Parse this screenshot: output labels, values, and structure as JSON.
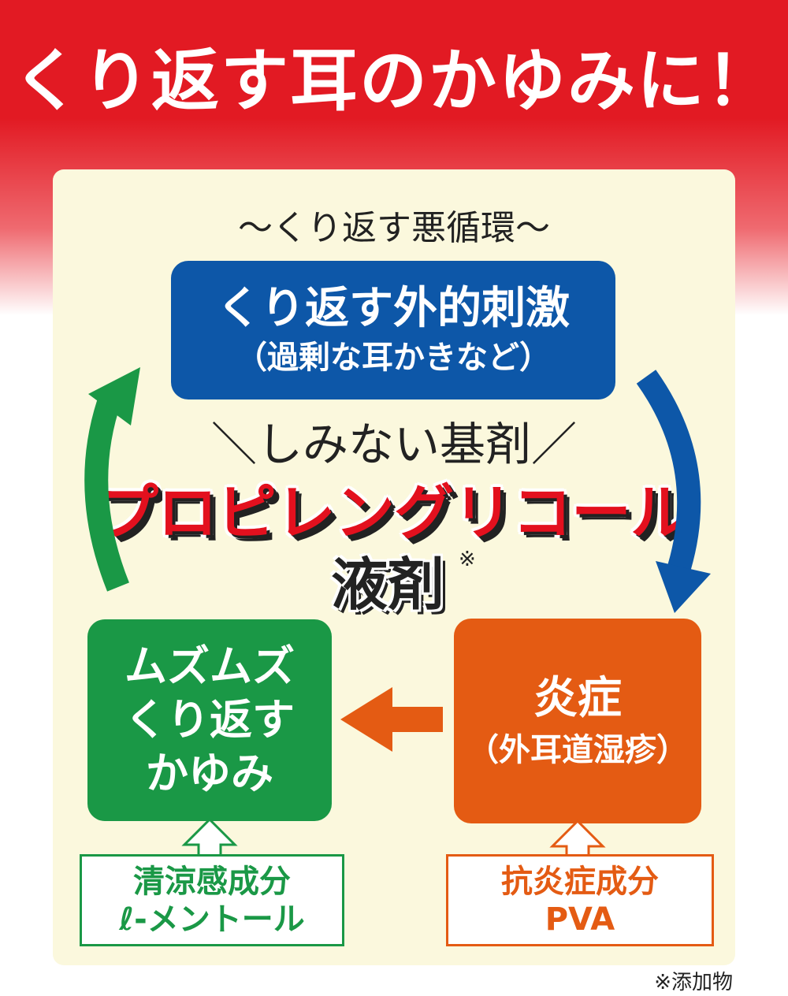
{
  "headline": "くり返す耳のかゆみに！",
  "cycle_title": "〜くり返す悪循環〜",
  "stimulus_box": {
    "main": "くり返す外的刺激",
    "sub": "（過剰な耳かきなど）"
  },
  "tagline": "＼しみない基剤／",
  "ingredient": {
    "name": "プロピレングリコール",
    "form": "液剤",
    "mark": "※"
  },
  "itch_box": {
    "lines": [
      "ムズムズ",
      "くり返す",
      "かゆみ"
    ]
  },
  "inflammation_box": {
    "main": "炎症",
    "sub": "（外耳道湿疹）"
  },
  "cooling_component": {
    "line1": "清涼感成分",
    "line2": "ℓ-メントール"
  },
  "anti_inflammatory_component": {
    "line1": "抗炎症成分",
    "line2": "PVA"
  },
  "footnote": "※添加物",
  "colors": {
    "red": "#e21a23",
    "blue": "#0d57a8",
    "green": "#1a9846",
    "orange": "#e45b13",
    "panel": "#fbf8dd"
  }
}
